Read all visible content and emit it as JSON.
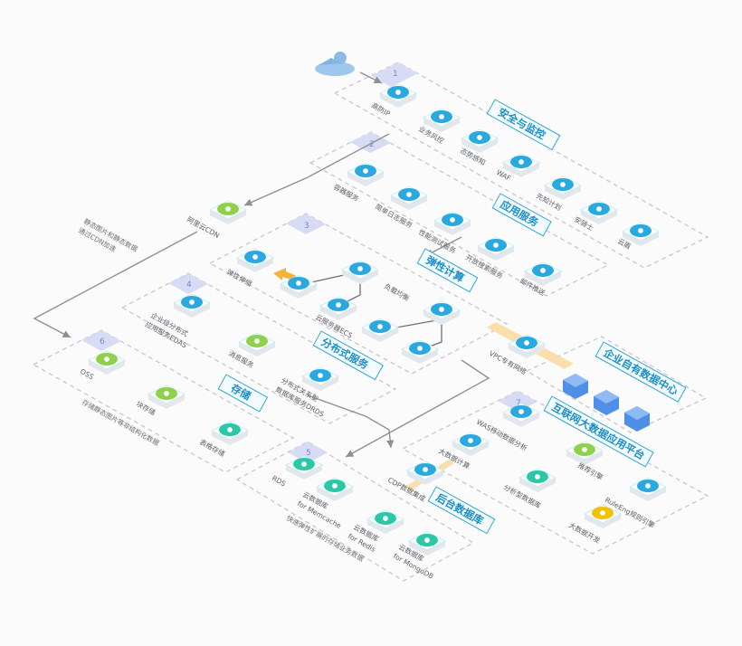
{
  "zones": {
    "z1": {
      "num": "1",
      "title": "安全与监控"
    },
    "z2": {
      "num": "2",
      "title": "应用服务"
    },
    "z3": {
      "num": "3",
      "title": "弹性计算"
    },
    "z4": {
      "num": "4",
      "title": "分布式服务"
    },
    "z5": {
      "num": "5",
      "title": "后台数据库"
    },
    "z6": {
      "num": "6",
      "title": "存储"
    },
    "z7": {
      "num": "7",
      "title": "互联网大数据应用平台"
    },
    "enterprise": {
      "title": "企业自有数据中心"
    }
  },
  "nodes": {
    "gaofang": "高防IP",
    "ywfk": "业务风控",
    "taishi": "态势感知",
    "waf": "WAF",
    "xianzhi": "先知计划",
    "anqishi": "安骑士",
    "yundun": "云盾",
    "rongqi": "容器服务",
    "jianjie": "简单日志服务",
    "xingneng": "性能测试服务",
    "kaifang": "开放搜索服务",
    "youjian": "邮件推送",
    "tanxing": "弹性伸缩",
    "fuzai": "负载均衡",
    "ecs": "云服务器ECS",
    "edas_1": "企业级分布式",
    "edas_2": "应用服务EDAS",
    "xiaoxi": "消息服务",
    "drds_1": "分布式关系型",
    "drds_2": "数据库服务DRDS",
    "cdn": "阿里云CDN",
    "oss": "OSS",
    "kuai": "块存储",
    "biaoge": "表格存储",
    "rds": "RDS",
    "memcache_1": "云数据库",
    "memcache_2": "for Memcache",
    "redis_1": "云数据库",
    "redis_2": "for Redis",
    "mongo_1": "云数据库",
    "mongo_2": "for MongoDB",
    "vpc": "VPC专有网络",
    "was": "WAS移动数据分析",
    "dashuju": "大数据计算",
    "cdp": "CDP数据集成",
    "tuijian": "推荐引擎",
    "fenxi": "分析型数据库",
    "ruleeng": "RuleEng规则引擎",
    "kaifa": "大数据开发"
  },
  "notes": {
    "cdn_1": "静态图片和静态数据",
    "cdn_2": "通过CDN加速",
    "storage": "存储静态图片等非结构化数据",
    "db": "快速弹性扩展的存储业务数据"
  },
  "colors": {
    "accent": "#2aa8e0",
    "border": "#c6c8cc",
    "title": "#1a8fc9",
    "green": "#8fd14a",
    "teal": "#2cc7a6",
    "yellow": "#f2c200",
    "orange": "#f7b23b"
  }
}
